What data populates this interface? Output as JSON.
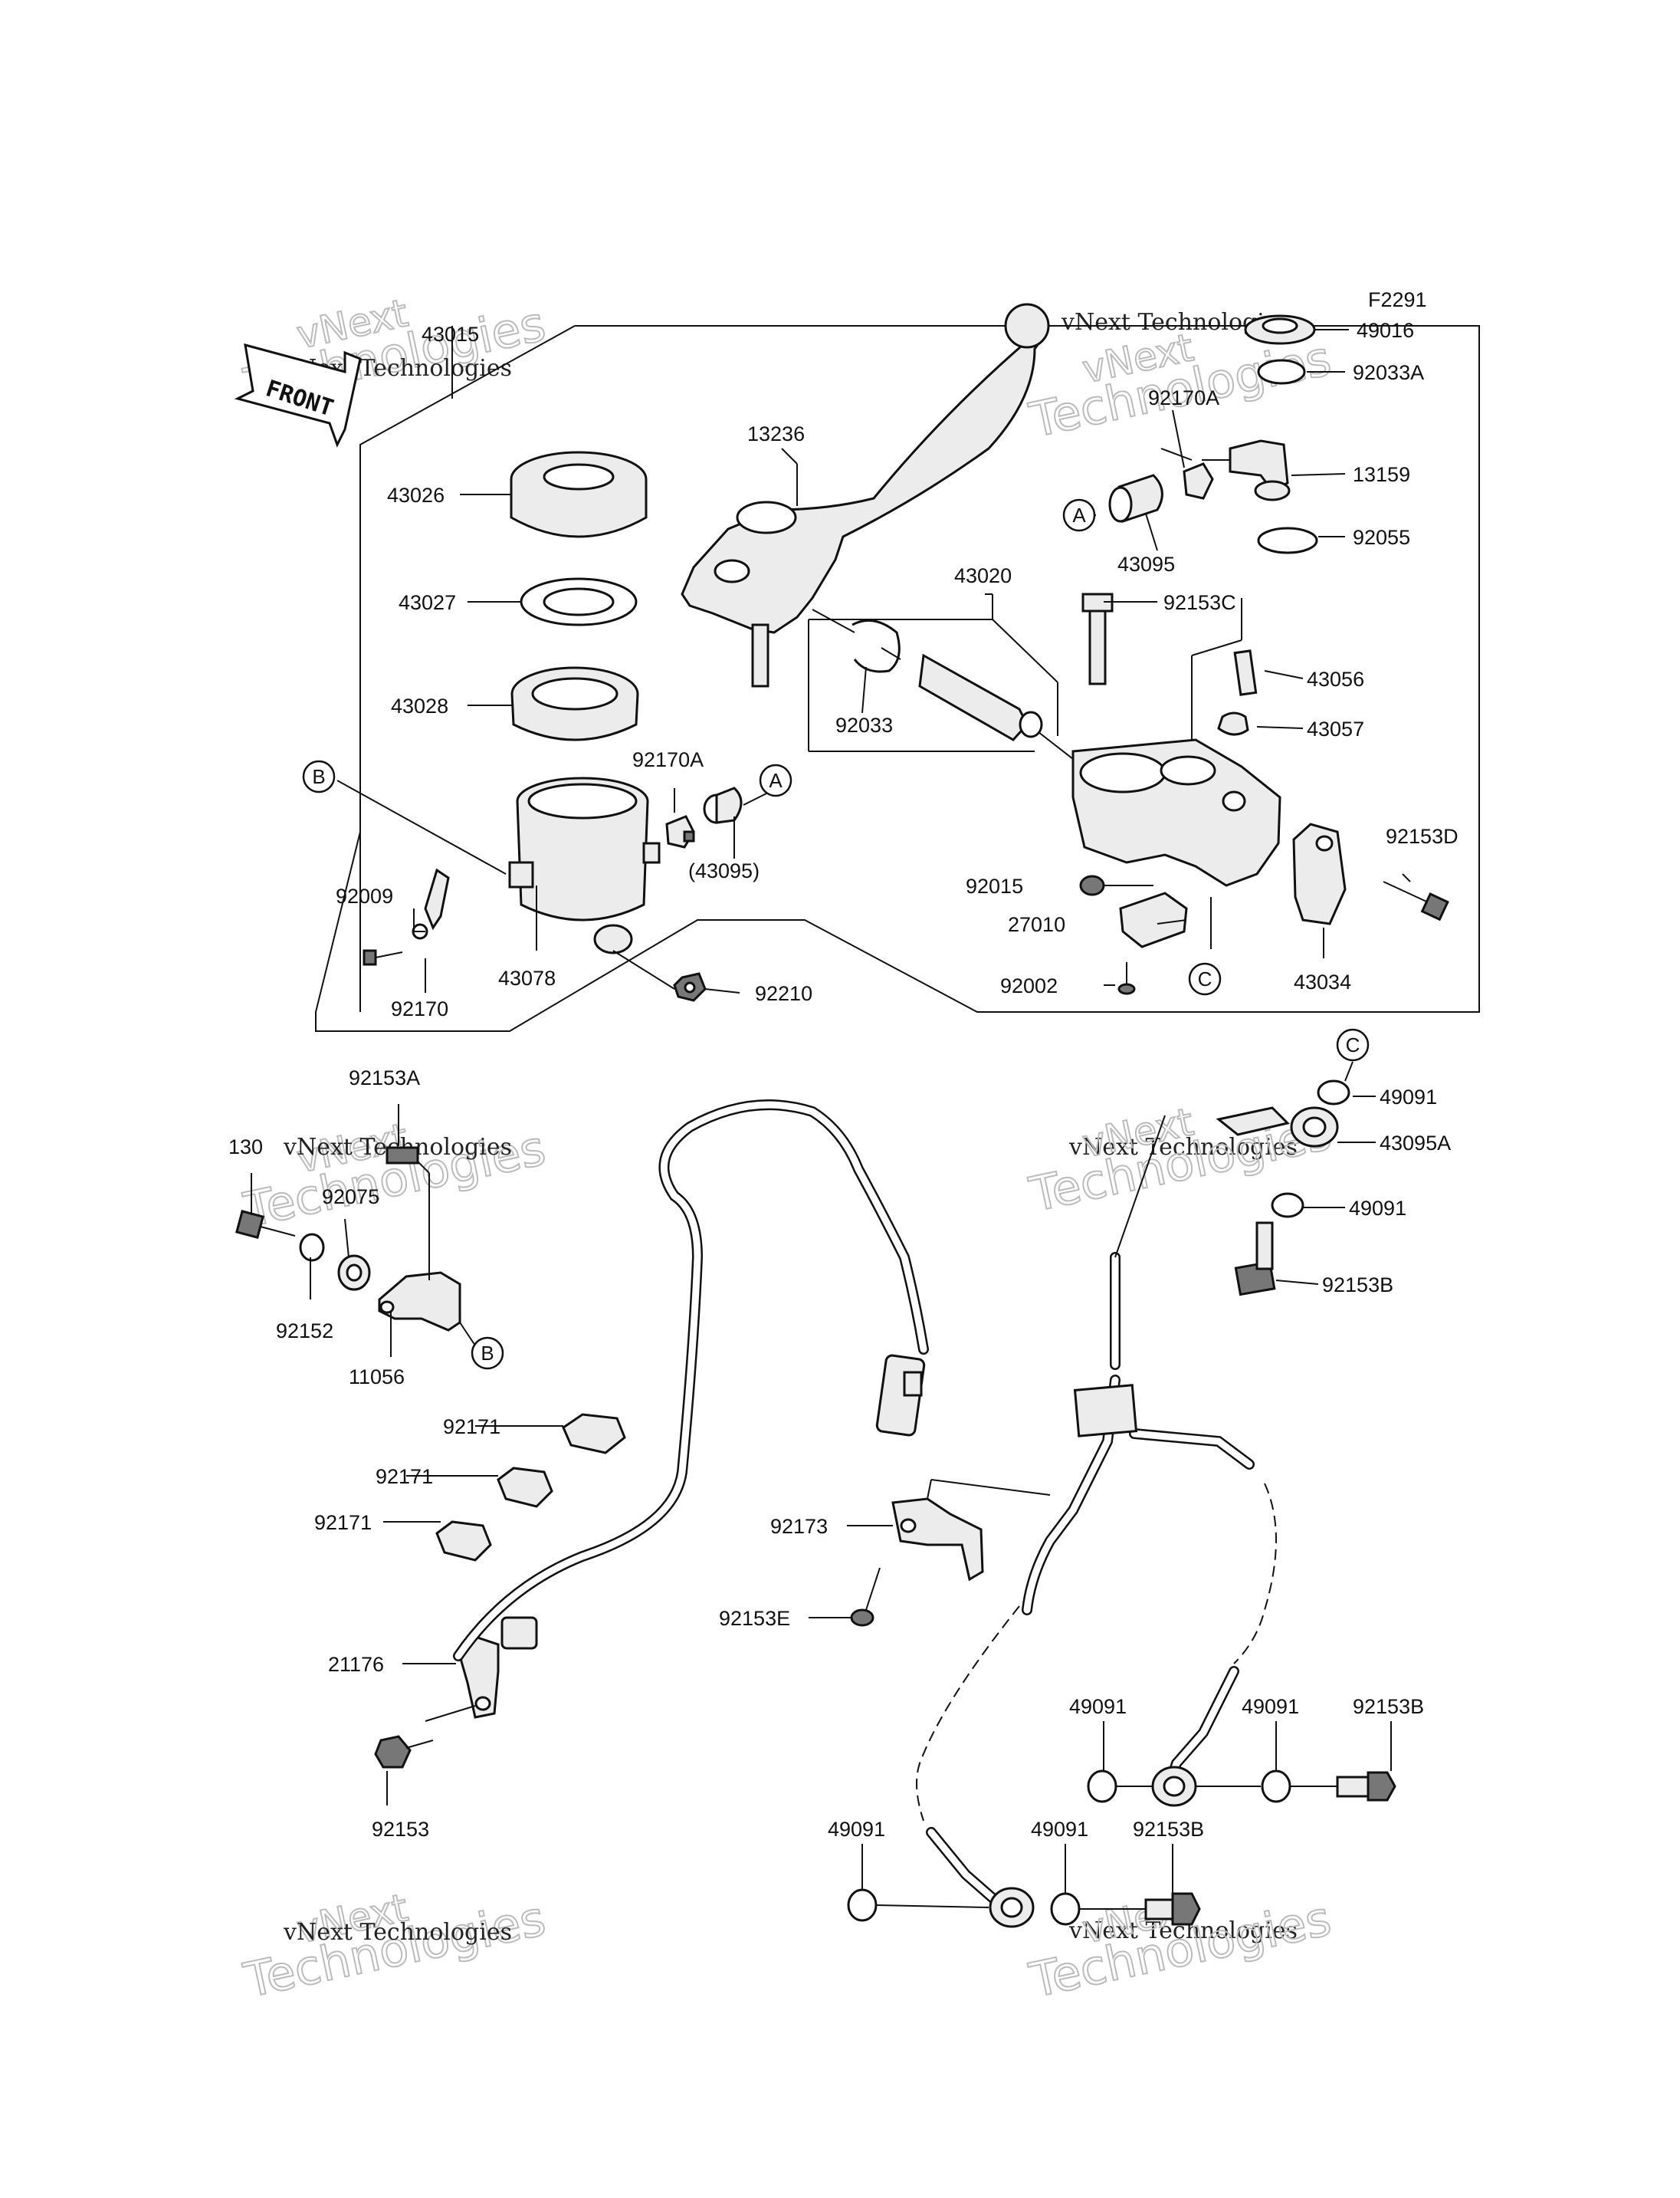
{
  "figure_code": "F2291",
  "front_label": "FRONT",
  "watermark": {
    "line1": "vNext Technologies",
    "line2": "vNext",
    "line3": "Technologies"
  },
  "part_numbers": [
    "43015",
    "13236",
    "43026",
    "43027",
    "43028",
    "92170A",
    "43095",
    "(43095)",
    "43078",
    "92009",
    "92170",
    "92210",
    "43020",
    "92033",
    "92015",
    "27010",
    "92002",
    "49016",
    "92170A",
    "92033A",
    "13159",
    "92055",
    "92153C",
    "43056",
    "43057",
    "92153D",
    "43034",
    "92153A",
    "130",
    "92075",
    "92152",
    "11056",
    "92171",
    "92171",
    "92171",
    "21176",
    "92153",
    "92173",
    "92153E",
    "49091",
    "43095A",
    "49091",
    "92153B",
    "49091",
    "49091",
    "92153B",
    "49091",
    "49091",
    "92153B"
  ],
  "callouts": [
    "A",
    "A",
    "B",
    "B",
    "C",
    "C"
  ]
}
